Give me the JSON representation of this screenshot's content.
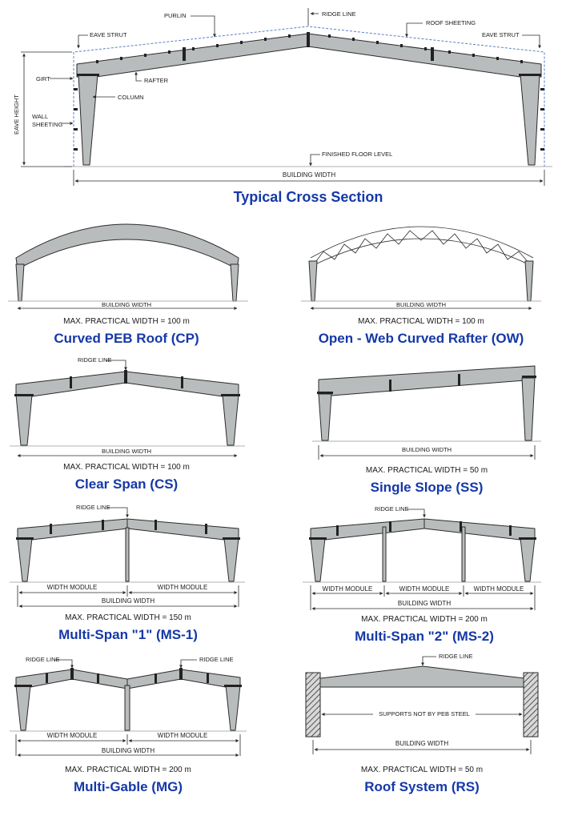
{
  "typical": {
    "title": "Typical Cross Section",
    "labels": {
      "purlin": "PURLIN",
      "ridge_line": "RIDGE LINE",
      "roof_sheeting": "ROOF SHEETING",
      "eave_strut_left": "EAVE STRUT",
      "eave_strut_right": "EAVE STRUT",
      "girt": "GIRT",
      "rafter": "RAFTER",
      "column": "COLUMN",
      "wall_sheeting_1": "WALL",
      "wall_sheeting_2": "SHEETING",
      "eave_height": "EAVE HEIGHT",
      "finished_floor": "FINISHED FLOOR LEVEL",
      "building_width": "BUILDING WIDTH"
    }
  },
  "cp": {
    "title": "Curved PEB Roof (CP)",
    "dim": "BUILDING WIDTH",
    "max": "MAX. PRACTICAL WIDTH = 100 m"
  },
  "ow": {
    "title": "Open - Web Curved Rafter (OW)",
    "dim": "BUILDING WIDTH",
    "max": "MAX. PRACTICAL WIDTH = 100 m"
  },
  "cs": {
    "title": "Clear Span (CS)",
    "ridge": "RIDGE LINE",
    "dim": "BUILDING WIDTH",
    "max": "MAX. PRACTICAL WIDTH = 100 m"
  },
  "ss": {
    "title": "Single Slope (SS)",
    "dim": "BUILDING WIDTH",
    "max": "MAX. PRACTICAL WIDTH = 50 m"
  },
  "ms1": {
    "title": "Multi-Span \"1\" (MS-1)",
    "ridge": "RIDGE LINE",
    "module_1": "WIDTH MODULE",
    "module_2": "WIDTH MODULE",
    "dim": "BUILDING WIDTH",
    "max": "MAX. PRACTICAL WIDTH = 150 m"
  },
  "ms2": {
    "title": "Multi-Span \"2\" (MS-2)",
    "ridge": "RIDGE LINE",
    "module_1": "WIDTH MODULE",
    "module_2": "WIDTH MODULE",
    "module_3": "WIDTH MODULE",
    "dim": "BUILDING WIDTH",
    "max": "MAX. PRACTICAL WIDTH = 200 m"
  },
  "mg": {
    "title": "Multi-Gable (MG)",
    "ridge_1": "RIDGE LINE",
    "ridge_2": "RIDGE LINE",
    "module_1": "WIDTH MODULE",
    "module_2": "WIDTH MODULE",
    "dim": "BUILDING WIDTH",
    "max": "MAX. PRACTICAL WIDTH = 200 m"
  },
  "rs": {
    "title": "Roof System (RS)",
    "ridge": "RIDGE LINE",
    "supports": "SUPPORTS NOT BY PEB STEEL",
    "dim": "BUILDING WIDTH",
    "max": "MAX. PRACTICAL WIDTH = 50 m"
  },
  "colors": {
    "title_blue": "#1538a8",
    "steel_gray": "#b9bcbc",
    "sheeting_blue": "#5b7fc4"
  }
}
